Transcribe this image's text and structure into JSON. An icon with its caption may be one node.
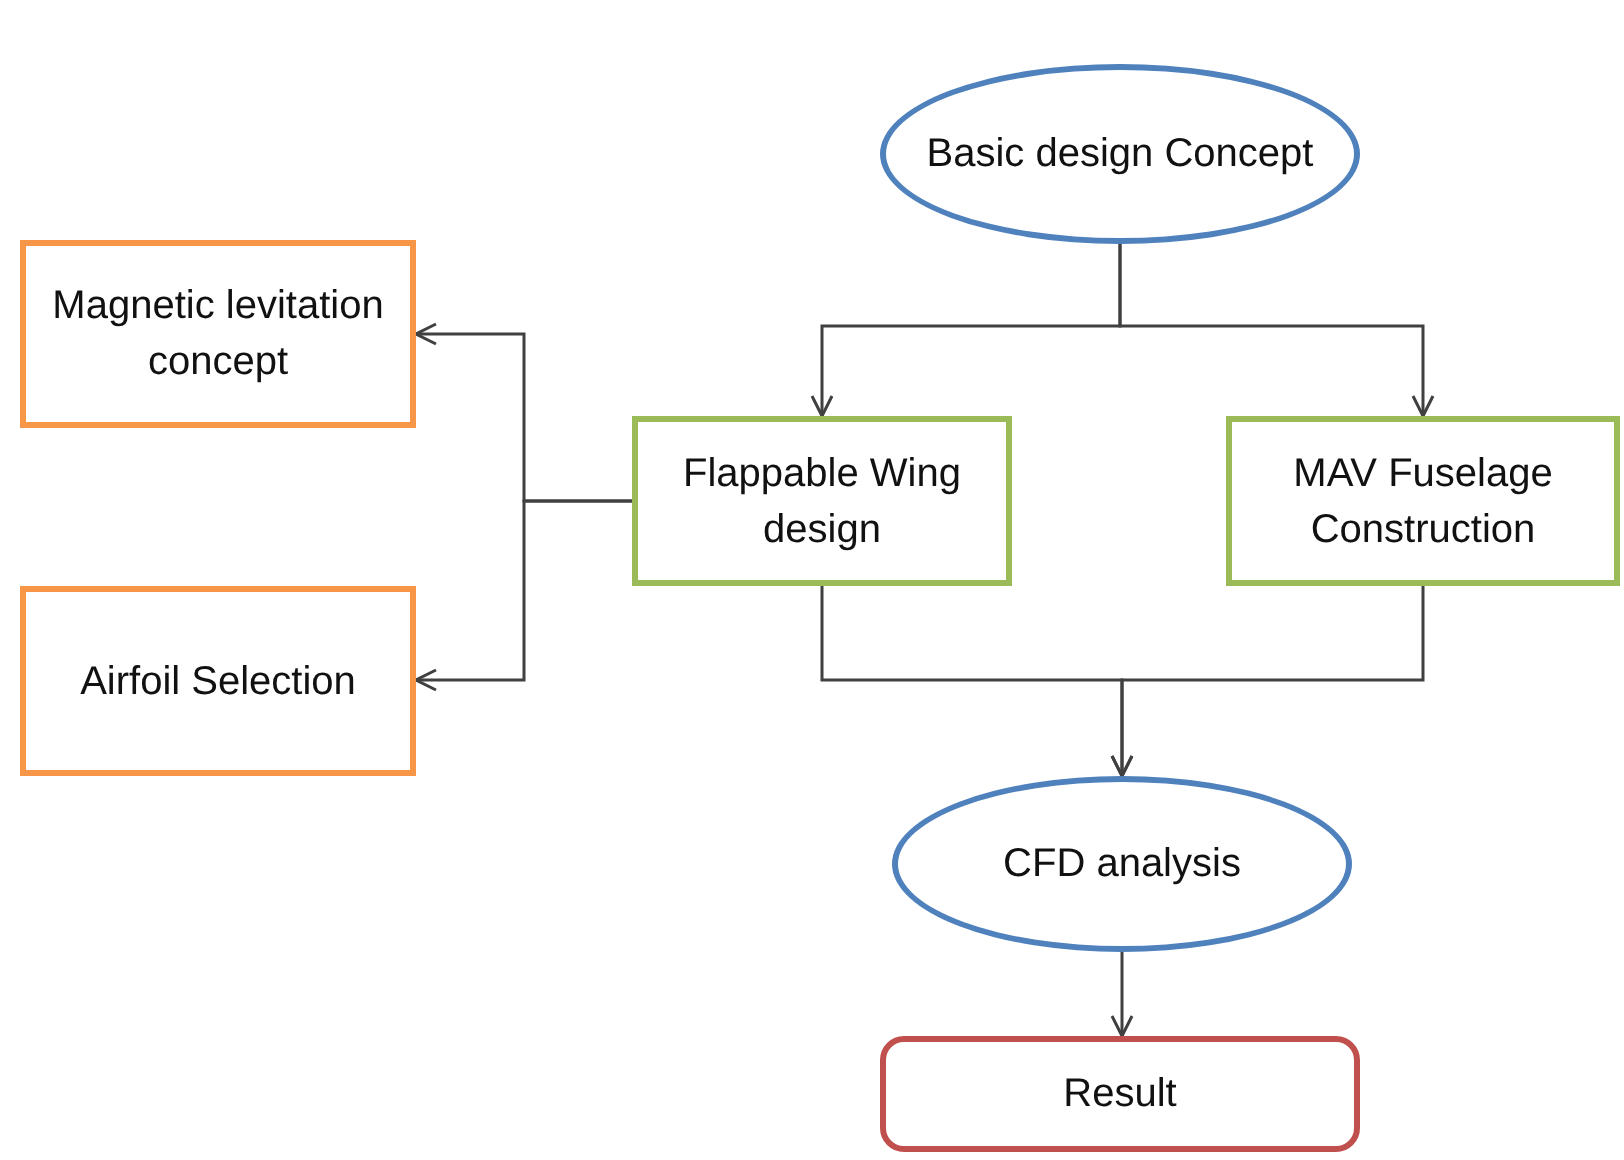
{
  "diagram": {
    "nodes": [
      {
        "text": [
          "Basic design Concept"
        ]
      },
      {
        "text": [
          "Magnetic levitation concept"
        ]
      },
      {
        "text": [
          "Airfoil Selection"
        ]
      },
      {
        "text": [
          "Flappable Wing design"
        ]
      },
      {
        "text": [
          "MAV Fuselage Construction"
        ]
      },
      {
        "text": [
          "CFD analysis"
        ]
      },
      {
        "text": [
          "Result"
        ]
      }
    ],
    "edges": [
      {
        "from": 0,
        "to": 3,
        "arrow": "to"
      },
      {
        "from": 0,
        "to": 4,
        "arrow": "to"
      },
      {
        "from": 3,
        "to": 1,
        "arrow": "to"
      },
      {
        "from": 3,
        "to": 2,
        "arrow": "to"
      },
      {
        "from": 3,
        "to": 5,
        "arrow": "to"
      },
      {
        "from": 4,
        "to": 5,
        "arrow": "to"
      },
      {
        "from": 5,
        "to": 6,
        "arrow": "to"
      }
    ]
  }
}
